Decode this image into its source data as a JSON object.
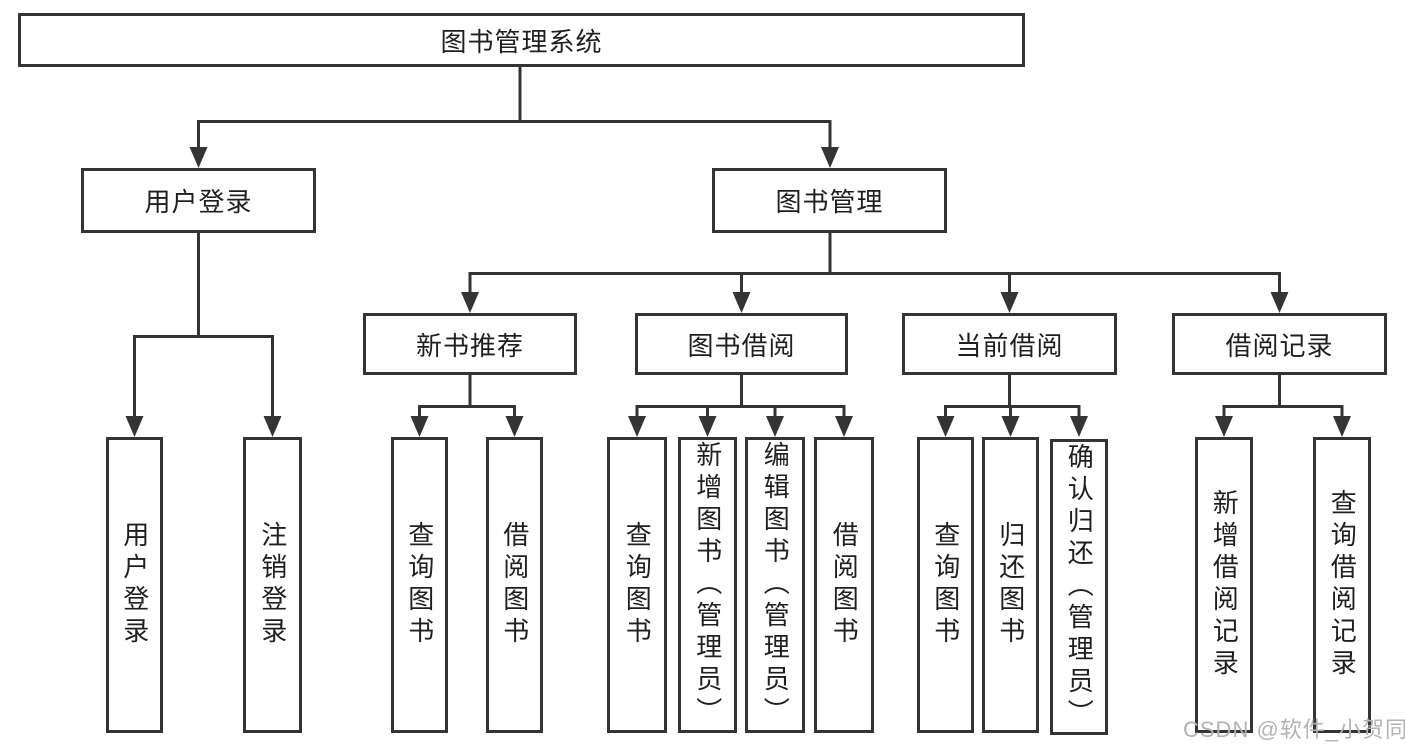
{
  "diagram": {
    "title": "图书管理系统",
    "type": "tree-structure-chart"
  },
  "nodes": {
    "root": "图书管理系统",
    "user_login": "用户登录",
    "book_mgmt": "图书管理",
    "login_leaf": "用户登录",
    "logout_leaf": "注销登录",
    "new_book": "新书推荐",
    "borrow": "图书借阅",
    "current": "当前借阅",
    "records": "借阅记录",
    "nb_query": "查询图书",
    "nb_borrow": "借阅图书",
    "bb_query": "查询图书",
    "bb_add": "新增图书（管理员）",
    "bb_edit": "编辑图书（管理员）",
    "bb_borrow": "借阅图书",
    "cb_query": "查询图书",
    "cb_return": "归还图书",
    "cb_confirm": "确认归还（管理员）",
    "br_add": "新增借阅记录",
    "br_query": "查询借阅记录"
  },
  "watermark": "CSDN @软件_小贺同学",
  "colors": {
    "line": "#343434",
    "box_border": "#343434",
    "text": "#1f1f1f",
    "background": "#ffffff",
    "watermark": "#b3b3b3"
  }
}
